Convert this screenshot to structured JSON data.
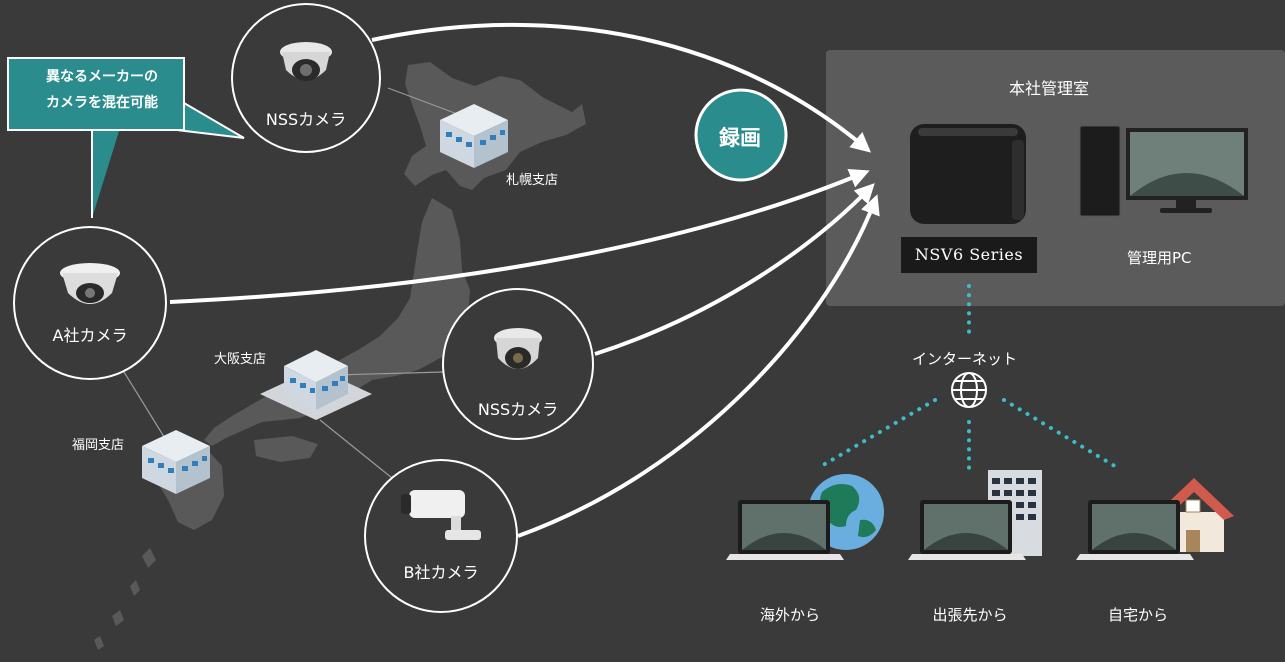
{
  "callout": {
    "line1": "異なるメーカーの",
    "line2": "カメラを混在可能"
  },
  "recording_badge": "録画",
  "hq": {
    "title": "本社管理室",
    "recorder_model": "NSV6 Series",
    "pc_label": "管理用PC"
  },
  "cameras": {
    "nss_top": "NSSカメラ",
    "company_a": "A社カメラ",
    "nss_middle": "NSSカメラ",
    "company_b": "B社カメラ"
  },
  "branches": {
    "sapporo": "札幌支店",
    "osaka": "大阪支店",
    "fukuoka": "福岡支店"
  },
  "internet_label": "インターネット",
  "access_points": {
    "overseas": "海外から",
    "business_trip": "出張先から",
    "home": "自宅から"
  },
  "colors": {
    "background": "#3a3a3a",
    "accent_teal": "#2a8c8c",
    "callout_border": "#ffffff",
    "dotted_line": "#3bbdc8",
    "hq_panel": "#5b5b5b"
  },
  "icons": {
    "dome_camera": "dome-camera-icon",
    "bullet_camera": "bullet-camera-icon",
    "building": "building-icon",
    "globe": "globe-icon",
    "laptop": "laptop-icon",
    "house": "house-icon",
    "office_tower": "office-tower-icon"
  }
}
